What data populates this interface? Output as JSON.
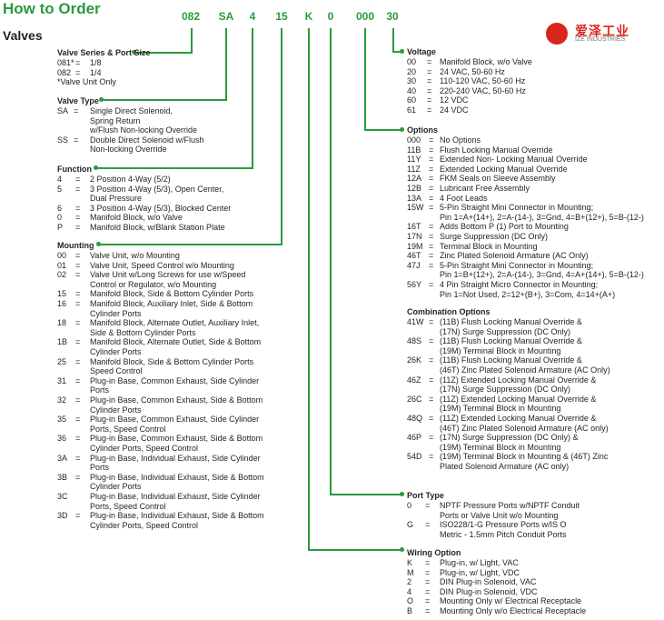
{
  "header": {
    "title": "How to Order",
    "subtitle": "Valves"
  },
  "codes": [
    "082",
    "SA",
    "4",
    "15",
    "K",
    "0",
    "000",
    "30"
  ],
  "logo": {
    "cn": "爱泽工业",
    "en": "IZE INDUSTRIES"
  },
  "series": {
    "title": "Valve Series & Port Size",
    "rows": [
      {
        "k": "081*",
        "e": "=",
        "d": "1/8"
      },
      {
        "k": "082",
        "e": "=",
        "d": "1/4"
      }
    ],
    "note": "*Valve Unit Only"
  },
  "valve_type": {
    "title": "Valve Type",
    "rows": [
      {
        "k": "SA",
        "e": "=",
        "d": [
          "Single Direct Solenoid,",
          "Spring Return",
          "w/Flush Non-locking Override"
        ]
      },
      {
        "k": "SS",
        "e": "=",
        "d": [
          "Double Direct Solenoid w/Flush",
          "Non-locking Override"
        ]
      }
    ]
  },
  "function": {
    "title": "Function",
    "rows": [
      {
        "k": "4",
        "e": "=",
        "d": [
          "2 Position 4-Way (5/2)"
        ]
      },
      {
        "k": "5",
        "e": "=",
        "d": [
          "3 Position 4-Way (5/3), Open Center,",
          "Dual Pressure"
        ]
      },
      {
        "k": "6",
        "e": "=",
        "d": [
          "3 Position 4-Way (5/3), Blocked Center"
        ]
      },
      {
        "k": "0",
        "e": "=",
        "d": [
          "Manifold Block, w/o Valve"
        ]
      },
      {
        "k": "P",
        "e": "=",
        "d": [
          "Manifold Block, w/Blank Station Plate"
        ]
      }
    ]
  },
  "mounting": {
    "title": "Mounting",
    "rows": [
      {
        "k": "00",
        "e": "=",
        "d": [
          "Valve Unit, w/o Mounting"
        ]
      },
      {
        "k": "01",
        "e": "=",
        "d": [
          "Valve Unit, Speed Control w/o Mounting"
        ]
      },
      {
        "k": "02",
        "e": "=",
        "d": [
          "Valve Unit w/Long Screws for use w/Speed",
          "Control or Regulator, w/o Mounting"
        ]
      },
      {
        "k": "15",
        "e": "=",
        "d": [
          "Manifold Block, Side & Bottom Cylinder Ports"
        ]
      },
      {
        "k": "16",
        "e": "=",
        "d": [
          "Manifold Block, Auxiliary Inlet, Side & Bottom",
          "Cylinder Ports"
        ]
      },
      {
        "k": "18",
        "e": "=",
        "d": [
          "Manifold Block, Alternate Outlet, Auxiliary Inlet,",
          "Side & Bottom Cylinder Ports"
        ]
      },
      {
        "k": "1B",
        "e": "=",
        "d": [
          "Manifold Block, Alternate Outlet, Side & Bottom",
          "Cylinder Ports"
        ]
      },
      {
        "k": "25",
        "e": "=",
        "d": [
          "Manifold Block, Side & Bottom Cylinder Ports",
          "Speed Control"
        ]
      },
      {
        "k": "31",
        "e": "=",
        "d": [
          "Plug-in Base, Common Exhaust, Side Cylinder",
          "Ports"
        ]
      },
      {
        "k": "32",
        "e": "=",
        "d": [
          "Plug-in Base, Common Exhaust, Side & Bottom",
          "Cylinder Ports"
        ]
      },
      {
        "k": "35",
        "e": "=",
        "d": [
          "Plug-in Base, Common Exhaust, Side Cylinder",
          "Ports, Speed Control"
        ]
      },
      {
        "k": "36",
        "e": "=",
        "d": [
          "Plug-in Base, Common Exhaust, Side & Bottom",
          "Cylinder Ports, Speed Control"
        ]
      },
      {
        "k": "3A",
        "e": "=",
        "d": [
          "Plug-in Base, Individual Exhaust, Side Cylinder",
          "Ports"
        ]
      },
      {
        "k": "3B",
        "e": "=",
        "d": [
          "Plug-in Base, Individual Exhaust, Side & Bottom",
          "Cylinder Ports"
        ]
      },
      {
        "k": "3C",
        "e": "",
        "d": [
          "Plug-in Base, Individual Exhaust, Side Cylinder",
          "Ports, Speed Control"
        ]
      },
      {
        "k": "3D",
        "e": "=",
        "d": [
          "Plug-in Base, Individual Exhaust, Side & Bottom",
          "Cylinder Ports, Speed Control"
        ]
      }
    ]
  },
  "voltage": {
    "title": "Voltage",
    "rows": [
      {
        "k": "00",
        "e": "=",
        "d": [
          "Manifold Block, w/o Valve"
        ]
      },
      {
        "k": "20",
        "e": "=",
        "d": [
          "24 VAC, 50-60 Hz"
        ]
      },
      {
        "k": "30",
        "e": "=",
        "d": [
          "110-120  VAC, 50-60 Hz"
        ]
      },
      {
        "k": "40",
        "e": "=",
        "d": [
          "220-240  VAC, 50-60 Hz"
        ]
      },
      {
        "k": "60",
        "e": "=",
        "d": [
          "12 VDC"
        ]
      },
      {
        "k": "61",
        "e": "=",
        "d": [
          "24 VDC"
        ]
      }
    ]
  },
  "options": {
    "title": "Options",
    "rows": [
      {
        "k": "000",
        "e": "=",
        "d": [
          "No Options"
        ]
      },
      {
        "k": "11B",
        "e": "=",
        "d": [
          "Flush Locking Manual Override"
        ]
      },
      {
        "k": "11Y",
        "e": "=",
        "d": [
          "Extended Non- Locking Manual Override"
        ]
      },
      {
        "k": "11Z",
        "e": "=",
        "d": [
          "Extended Locking Manual Override"
        ]
      },
      {
        "k": "12A",
        "e": "=",
        "d": [
          "FKM Seals on Sleeve Assembly"
        ]
      },
      {
        "k": "12B",
        "e": "=",
        "d": [
          "Lubricant Free Assembly"
        ]
      },
      {
        "k": "13A",
        "e": "=",
        "d": [
          "4 Foot Leads"
        ]
      },
      {
        "k": "15W",
        "e": "=",
        "d": [
          "5-Pin Straight Mini Connector in Mounting;",
          "Pin 1=A+(14+), 2=A-(14-), 3=Gnd, 4=B+(12+), 5=B-(12-)"
        ]
      },
      {
        "k": "16T",
        "e": "=",
        "d": [
          "Adds Bottom P (1) Port to Mounting"
        ]
      },
      {
        "k": "17N",
        "e": "=",
        "d": [
          "Surge Suppression (DC Only)"
        ]
      },
      {
        "k": "19M",
        "e": "=",
        "d": [
          "Terminal Block in Mounting"
        ]
      },
      {
        "k": "46T",
        "e": "=",
        "d": [
          "Zinc Plated Solenoid Armature (AC Only)"
        ]
      },
      {
        "k": "47J",
        "e": "=",
        "d": [
          "5-Pin Straight Mini Connector in Mounting;",
          "Pin 1=B+(12+), 2=A-(14-), 3=Gnd, 4=A+(14+), 5=B-(12-)"
        ]
      },
      {
        "k": "56Y",
        "e": "=",
        "d": [
          "4 Pin Straight Micro Connector in Mounting;",
          "Pin 1=Not Used, 2=12+(B+), 3=Com, 4=14+(A+)"
        ]
      }
    ]
  },
  "combination": {
    "title": "Combination Options",
    "rows": [
      {
        "k": "41W",
        "e": "=",
        "d": [
          "(11B) Flush Locking Manual Override &",
          "(17N) Surge Suppression (DC Only)"
        ]
      },
      {
        "k": "48S",
        "e": "=",
        "d": [
          "(11B) Flush Locking Manual Override &",
          "(19M) Terminal Block in Mounting"
        ]
      },
      {
        "k": "26K",
        "e": "=",
        "d": [
          "(11B) Flush Locking Manual Override &",
          "(46T) Zinc Plated Solenoid Armature (AC Only)"
        ]
      },
      {
        "k": "46Z",
        "e": "=",
        "d": [
          "(11Z) Extended Locking Manual Override &",
          "(17N) Surge Suppression (DC Only)"
        ]
      },
      {
        "k": "26C",
        "e": "=",
        "d": [
          "(11Z) Extended Locking Manual Override &",
          "(19M) Terminal Block in Mounting"
        ]
      },
      {
        "k": "48Q",
        "e": "=",
        "d": [
          " (11Z) Extended Locking Manual Override &",
          "(46T) Zinc Plated Solenoid Armature (AC only)"
        ]
      },
      {
        "k": "46P",
        "e": "=",
        "d": [
          "(17N) Surge Suppression (DC Only) &",
          "(19M) Terminal Block in Mounting"
        ]
      },
      {
        "k": "54D",
        "e": "=",
        "d": [
          " (19M) Terminal Block in Mounting & (46T) Zinc",
          "Plated Solenoid Armature (AC only)"
        ]
      }
    ]
  },
  "port_type": {
    "title": "Port Type",
    "rows": [
      {
        "k": "0",
        "e": "=",
        "d": [
          "NPTF Pressure  Ports w/NPTF Conduit",
          "Ports or Valve Unit w/o Mounting"
        ]
      },
      {
        "k": "G",
        "e": "=",
        "d": [
          "ISO228/1-G Pressure Ports w/IS O",
          "Metric - 1.5mm Pitch Conduit Ports"
        ]
      }
    ]
  },
  "wiring": {
    "title": "Wiring Option",
    "rows": [
      {
        "k": "K",
        "e": "=",
        "d": [
          "Plug-in, w/ Light, VAC"
        ]
      },
      {
        "k": "M",
        "e": "=",
        "d": [
          "Plug-in, w/ Light, VDC"
        ]
      },
      {
        "k": "2",
        "e": "=",
        "d": [
          "DIN Plug-in Solenoid, VAC"
        ]
      },
      {
        "k": "4",
        "e": "=",
        "d": [
          "DIN Plug-in Solenoid, VDC"
        ]
      },
      {
        "k": "O",
        "e": "=",
        "d": [
          "Mounting Only w/ Electrical Receptacle"
        ]
      },
      {
        "k": "B",
        "e": "=",
        "d": [
          "Mounting Only w/o Electrical Receptacle"
        ]
      }
    ]
  }
}
